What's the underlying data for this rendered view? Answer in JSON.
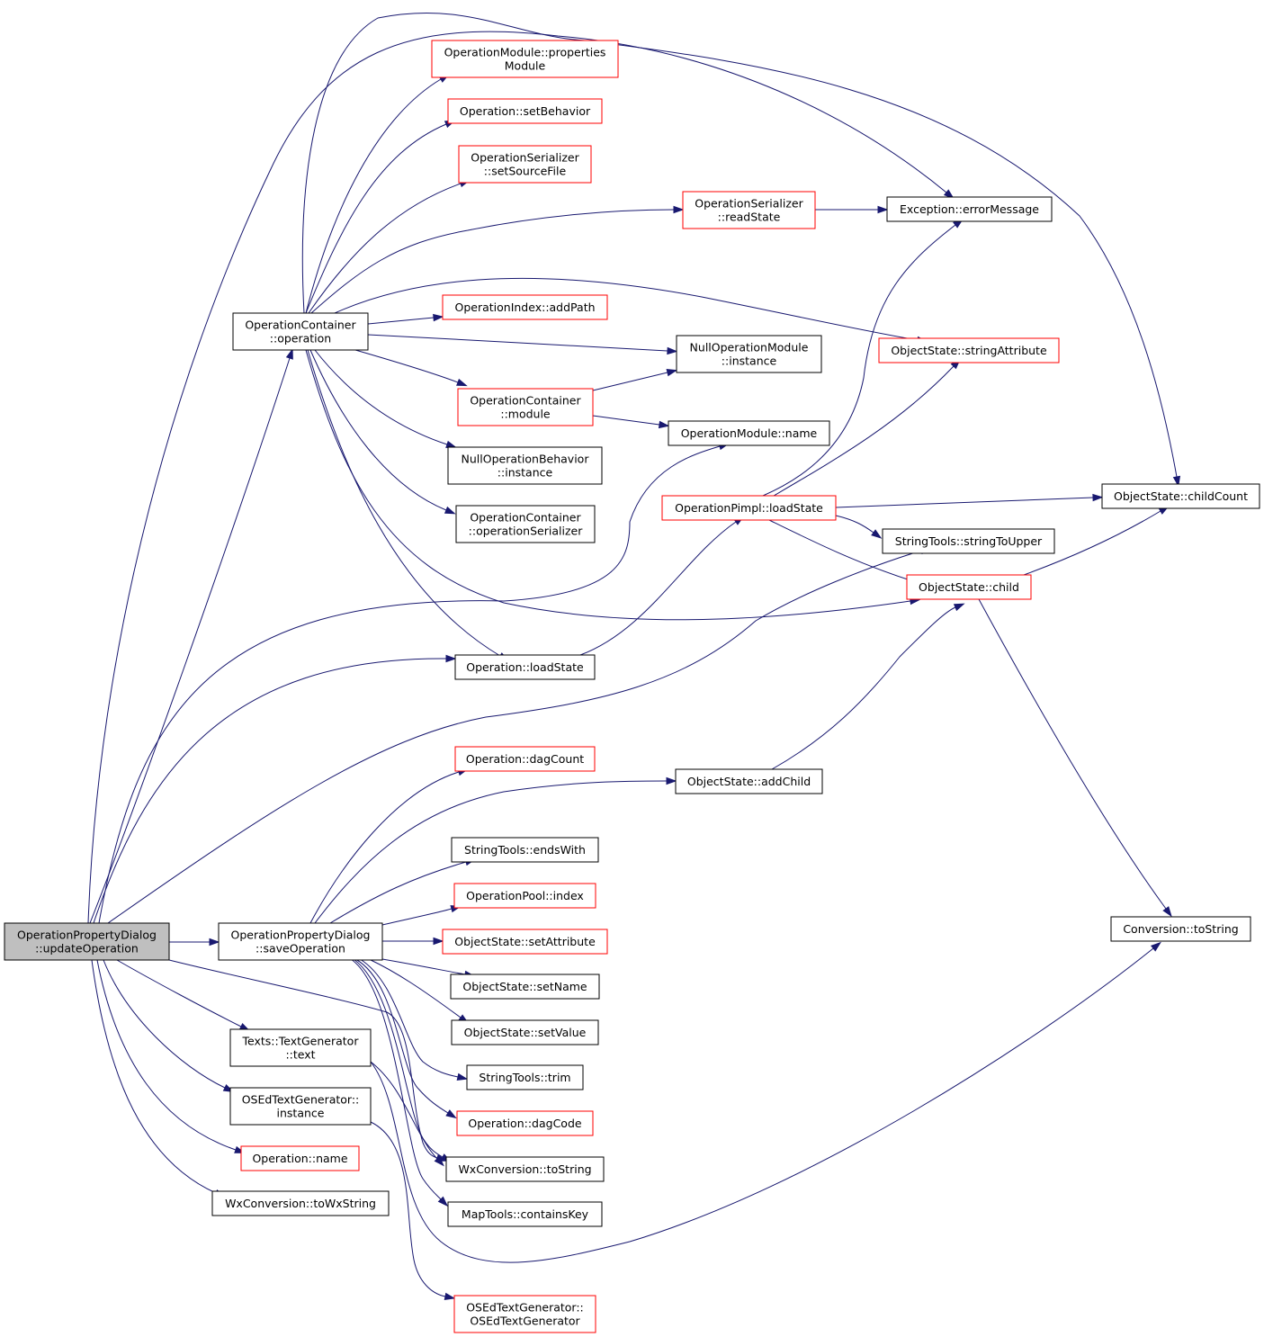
{
  "colors": {
    "edge": "#191970",
    "node_border_black": "#000000",
    "node_border_red": "#ff0000",
    "root_fill": "#bfbfbf",
    "node_fill": "#ffffff"
  },
  "nodes": [
    {
      "id": "root",
      "lines": [
        "OperationPropertyDialog",
        "::updateOperation"
      ],
      "border": "black",
      "root": true
    },
    {
      "id": "opc_operation",
      "lines": [
        "OperationContainer",
        "::operation"
      ],
      "border": "black"
    },
    {
      "id": "opd_save",
      "lines": [
        "OperationPropertyDialog",
        "::saveOperation"
      ],
      "border": "black"
    },
    {
      "id": "texts_text",
      "lines": [
        "Texts::TextGenerator",
        "::text"
      ],
      "border": "black"
    },
    {
      "id": "osed_instance",
      "lines": [
        "OSEdTextGenerator::",
        "instance"
      ],
      "border": "black"
    },
    {
      "id": "op_name",
      "lines": [
        "Operation::name"
      ],
      "border": "red"
    },
    {
      "id": "wx_towx",
      "lines": [
        "WxConversion::toWxString"
      ],
      "border": "black"
    },
    {
      "id": "opm_props",
      "lines": [
        "OperationModule::properties",
        "Module"
      ],
      "border": "red"
    },
    {
      "id": "op_setbeh",
      "lines": [
        "Operation::setBehavior"
      ],
      "border": "red"
    },
    {
      "id": "ser_setsrc",
      "lines": [
        "OperationSerializer",
        "::setSourceFile"
      ],
      "border": "red"
    },
    {
      "id": "ser_read",
      "lines": [
        "OperationSerializer",
        "::readState"
      ],
      "border": "red"
    },
    {
      "id": "idx_addpath",
      "lines": [
        "OperationIndex::addPath"
      ],
      "border": "red"
    },
    {
      "id": "opc_module",
      "lines": [
        "OperationContainer",
        "::module"
      ],
      "border": "red"
    },
    {
      "id": "nob_instance",
      "lines": [
        "NullOperationBehavior",
        "::instance"
      ],
      "border": "black"
    },
    {
      "id": "opc_ser",
      "lines": [
        "OperationContainer",
        "::operationSerializer"
      ],
      "border": "black"
    },
    {
      "id": "op_load",
      "lines": [
        "Operation::loadState"
      ],
      "border": "black"
    },
    {
      "id": "op_dagcount",
      "lines": [
        "Operation::dagCount"
      ],
      "border": "red"
    },
    {
      "id": "st_ends",
      "lines": [
        "StringTools::endsWith"
      ],
      "border": "black"
    },
    {
      "id": "pool_index",
      "lines": [
        "OperationPool::index"
      ],
      "border": "red"
    },
    {
      "id": "os_setattr",
      "lines": [
        "ObjectState::setAttribute"
      ],
      "border": "red"
    },
    {
      "id": "os_setname",
      "lines": [
        "ObjectState::setName"
      ],
      "border": "black"
    },
    {
      "id": "os_setvalue",
      "lines": [
        "ObjectState::setValue"
      ],
      "border": "black"
    },
    {
      "id": "st_trim",
      "lines": [
        "StringTools::trim"
      ],
      "border": "black"
    },
    {
      "id": "op_dagcode",
      "lines": [
        "Operation::dagCode"
      ],
      "border": "red"
    },
    {
      "id": "wx_tostr",
      "lines": [
        "WxConversion::toString"
      ],
      "border": "black"
    },
    {
      "id": "map_contains",
      "lines": [
        "MapTools::containsKey"
      ],
      "border": "black"
    },
    {
      "id": "osed_ctor",
      "lines": [
        "OSEdTextGenerator::",
        "OSEdTextGenerator"
      ],
      "border": "red"
    },
    {
      "id": "nom_instance",
      "lines": [
        "NullOperationModule",
        "::instance"
      ],
      "border": "black"
    },
    {
      "id": "opm_name",
      "lines": [
        "OperationModule::name"
      ],
      "border": "black"
    },
    {
      "id": "pimpl_load",
      "lines": [
        "OperationPimpl::loadState"
      ],
      "border": "red"
    },
    {
      "id": "os_addchild",
      "lines": [
        "ObjectState::addChild"
      ],
      "border": "black"
    },
    {
      "id": "exc_errmsg",
      "lines": [
        "Exception::errorMessage"
      ],
      "border": "black"
    },
    {
      "id": "os_strattr",
      "lines": [
        "ObjectState::stringAttribute"
      ],
      "border": "red"
    },
    {
      "id": "st_upper",
      "lines": [
        "StringTools::stringToUpper"
      ],
      "border": "black"
    },
    {
      "id": "os_child",
      "lines": [
        "ObjectState::child"
      ],
      "border": "red"
    },
    {
      "id": "os_childcount",
      "lines": [
        "ObjectState::childCount"
      ],
      "border": "black"
    },
    {
      "id": "conv_tostr",
      "lines": [
        "Conversion::toString"
      ],
      "border": "black"
    }
  ],
  "edges": [
    {
      "from": "root",
      "to": "opc_operation"
    },
    {
      "from": "root",
      "to": "opd_save"
    },
    {
      "from": "root",
      "to": "texts_text"
    },
    {
      "from": "root",
      "to": "osed_instance"
    },
    {
      "from": "root",
      "to": "op_name"
    },
    {
      "from": "root",
      "to": "wx_towx"
    },
    {
      "from": "root",
      "to": "op_load"
    },
    {
      "from": "root",
      "to": "opm_name"
    },
    {
      "from": "root",
      "to": "st_upper"
    },
    {
      "from": "root",
      "to": "exc_errmsg"
    },
    {
      "from": "root",
      "to": "wx_tostr"
    },
    {
      "from": "opc_operation",
      "to": "opm_props"
    },
    {
      "from": "opc_operation",
      "to": "op_setbeh"
    },
    {
      "from": "opc_operation",
      "to": "ser_setsrc"
    },
    {
      "from": "opc_operation",
      "to": "ser_read"
    },
    {
      "from": "opc_operation",
      "to": "idx_addpath"
    },
    {
      "from": "opc_operation",
      "to": "nom_instance"
    },
    {
      "from": "opc_operation",
      "to": "opc_module"
    },
    {
      "from": "opc_operation",
      "to": "nob_instance"
    },
    {
      "from": "opc_operation",
      "to": "opc_ser"
    },
    {
      "from": "opc_operation",
      "to": "op_load"
    },
    {
      "from": "opc_operation",
      "to": "os_strattr"
    },
    {
      "from": "opc_operation",
      "to": "os_childcount"
    },
    {
      "from": "opc_operation",
      "to": "os_child"
    },
    {
      "from": "ser_read",
      "to": "exc_errmsg"
    },
    {
      "from": "opc_module",
      "to": "nom_instance"
    },
    {
      "from": "opc_module",
      "to": "opm_name"
    },
    {
      "from": "op_load",
      "to": "pimpl_load"
    },
    {
      "from": "pimpl_load",
      "to": "exc_errmsg"
    },
    {
      "from": "pimpl_load",
      "to": "os_strattr"
    },
    {
      "from": "pimpl_load",
      "to": "os_childcount"
    },
    {
      "from": "pimpl_load",
      "to": "st_upper"
    },
    {
      "from": "pimpl_load",
      "to": "os_child"
    },
    {
      "from": "os_child",
      "to": "os_childcount"
    },
    {
      "from": "os_child",
      "to": "conv_tostr"
    },
    {
      "from": "opd_save",
      "to": "op_dagcount"
    },
    {
      "from": "opd_save",
      "to": "os_addchild"
    },
    {
      "from": "opd_save",
      "to": "st_ends"
    },
    {
      "from": "opd_save",
      "to": "pool_index"
    },
    {
      "from": "opd_save",
      "to": "os_setattr"
    },
    {
      "from": "opd_save",
      "to": "os_setname"
    },
    {
      "from": "opd_save",
      "to": "os_setvalue"
    },
    {
      "from": "opd_save",
      "to": "st_trim"
    },
    {
      "from": "opd_save",
      "to": "op_dagcode"
    },
    {
      "from": "opd_save",
      "to": "wx_tostr"
    },
    {
      "from": "opd_save",
      "to": "map_contains"
    },
    {
      "from": "os_addchild",
      "to": "os_child"
    },
    {
      "from": "texts_text",
      "to": "wx_tostr"
    },
    {
      "from": "texts_text",
      "to": "conv_tostr"
    },
    {
      "from": "osed_instance",
      "to": "osed_ctor"
    }
  ]
}
